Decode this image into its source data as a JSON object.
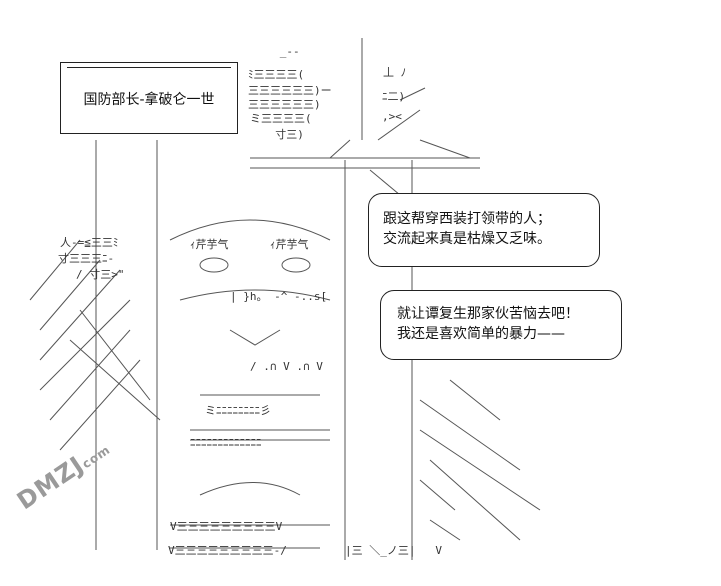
{
  "title_box": {
    "text": "国防部长-拿破仑一世"
  },
  "bubble1": {
    "lines": [
      "跟这帮穿西装打领带的人；",
      "交流起来真是枯燥又乏味。"
    ]
  },
  "bubble2": {
    "lines": [
      "就让谭复生那家伙苦恼去吧！",
      "我还是喜欢简单的暴力——"
    ]
  },
  "watermark": {
    "text": "DMZJ",
    "sub": "com"
  }
}
